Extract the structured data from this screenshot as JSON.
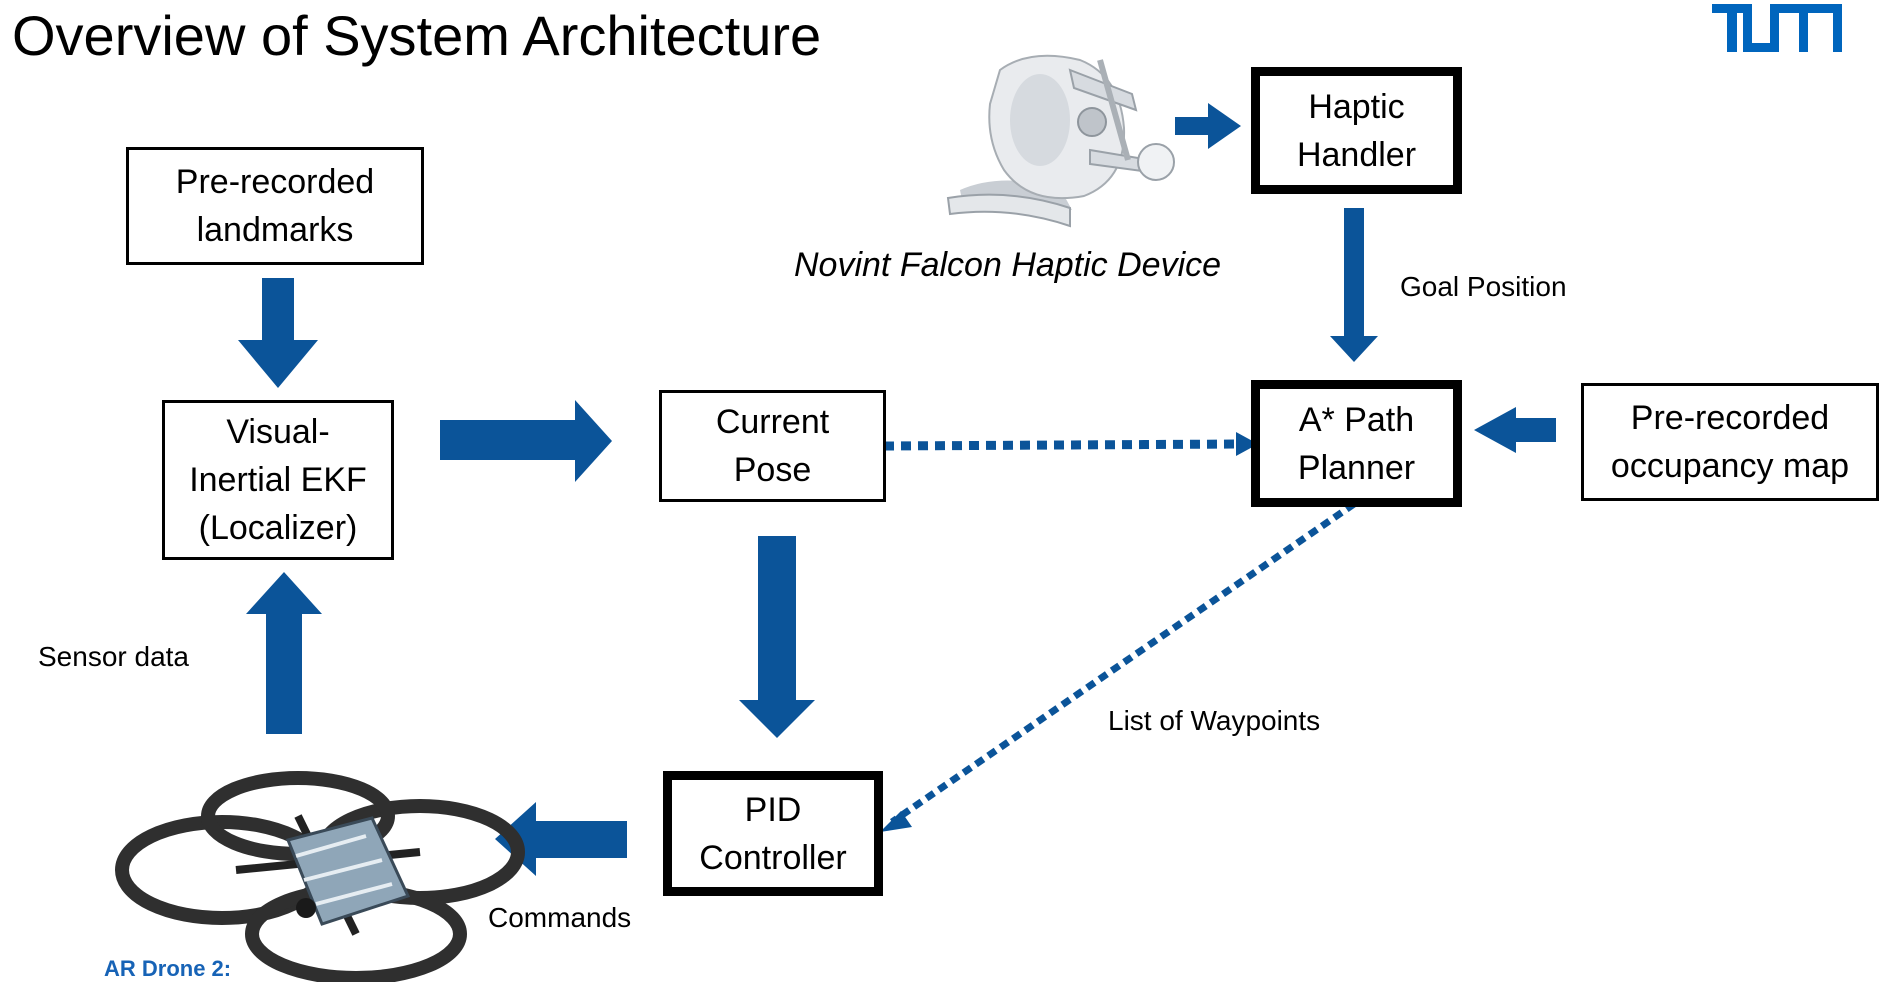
{
  "title": "Overview of System Architecture",
  "logo": {
    "text": "TUM",
    "color": "#0065bd"
  },
  "colors": {
    "arrow": "#0b5499",
    "subcaption": "#1763b6"
  },
  "nodes": {
    "landmarks": [
      "Pre-recorded",
      "landmarks"
    ],
    "ekf": [
      "Visual-",
      "Inertial EKF",
      "(Localizer)"
    ],
    "pose": [
      "Current",
      "Pose"
    ],
    "haptic_handler": [
      "Haptic",
      "Handler"
    ],
    "planner": [
      "A* Path",
      "Planner"
    ],
    "occupancy": [
      "Pre-recorded",
      "occupancy map"
    ],
    "pid": [
      "PID",
      "Controller"
    ]
  },
  "edge_labels": {
    "goal_position": "Goal Position",
    "sensor_data": "Sensor data",
    "waypoints": "List of Waypoints",
    "commands": "Commands"
  },
  "devices": {
    "haptic_caption": "Novint Falcon Haptic Device",
    "drone_caption": "AR Drone 2:"
  }
}
